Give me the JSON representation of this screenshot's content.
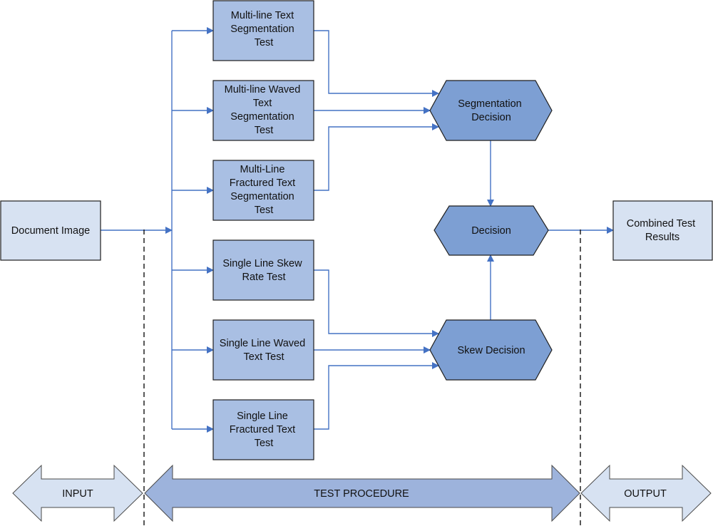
{
  "colors": {
    "line": "#4472C4",
    "box_fill": "#A9BFE3",
    "box_stroke": "#1F1F1F",
    "io_fill": "#D7E2F2",
    "hex_fill": "#7D9FD3",
    "arrow_light": "#D7E2F2",
    "arrow_mid": "#9DB3DC"
  },
  "input_box": {
    "lines": [
      "Document Image"
    ]
  },
  "output_box": {
    "lines": [
      "Combined Test",
      "Results"
    ]
  },
  "tests": [
    {
      "lines": [
        "Multi-line Text",
        "Segmentation",
        "Test"
      ]
    },
    {
      "lines": [
        "Multi-line Waved",
        "Text",
        "Segmentation",
        "Test"
      ]
    },
    {
      "lines": [
        "Multi-Line",
        "Fractured Text",
        "Segmentation",
        "Test"
      ]
    },
    {
      "lines": [
        "Single Line Skew",
        "Rate Test"
      ]
    },
    {
      "lines": [
        "Single Line Waved",
        "Text Test"
      ]
    },
    {
      "lines": [
        "Single Line",
        "Fractured Text",
        "Test"
      ]
    }
  ],
  "decisions": {
    "segmentation": {
      "lines": [
        "Segmentation",
        "Decision"
      ]
    },
    "final": {
      "lines": [
        "Decision"
      ]
    },
    "skew": {
      "lines": [
        "Skew Decision"
      ]
    }
  },
  "phases": {
    "input": "INPUT",
    "procedure": "TEST PROCEDURE",
    "output": "OUTPUT"
  }
}
